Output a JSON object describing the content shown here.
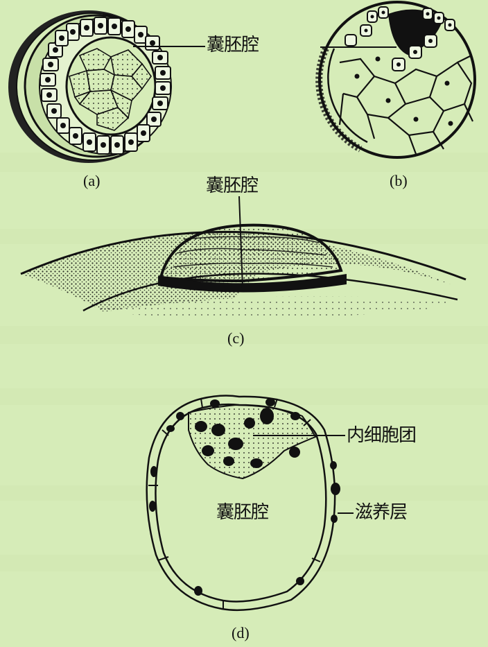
{
  "figure": {
    "background_color": "#d6ecb8",
    "ink_color": "#111111",
    "panels": [
      {
        "id": "a",
        "caption": "(a)",
        "labels": [
          "囊胚腔"
        ],
        "description": "spherical blastula with columnar peripheral cells and central blastocoel"
      },
      {
        "id": "b",
        "caption": "(b)",
        "labels": [
          "囊胚腔"
        ],
        "description": "blastula with large yolky cells and small dense cap"
      },
      {
        "id": "c",
        "caption": "(c)",
        "labels": [
          "囊胚腔"
        ],
        "description": "discoidal blastoderm resting on yolk"
      },
      {
        "id": "d",
        "caption": "(d)",
        "labels": [
          "内细胞团",
          "囊胚腔",
          "滋养层"
        ],
        "description": "mammalian blastocyst with inner cell mass and trophoblast"
      }
    ]
  },
  "labels": {
    "a_b_blastocoel": "囊胚腔",
    "c_blastocoel": "囊胚腔",
    "d_inner_cell_mass": "内细胞团",
    "d_blastocoel": "囊胚腔",
    "d_trophoblast": "滋养层"
  },
  "captions": {
    "a": "(a)",
    "b": "(b)",
    "c": "(c)",
    "d": "(d)"
  }
}
